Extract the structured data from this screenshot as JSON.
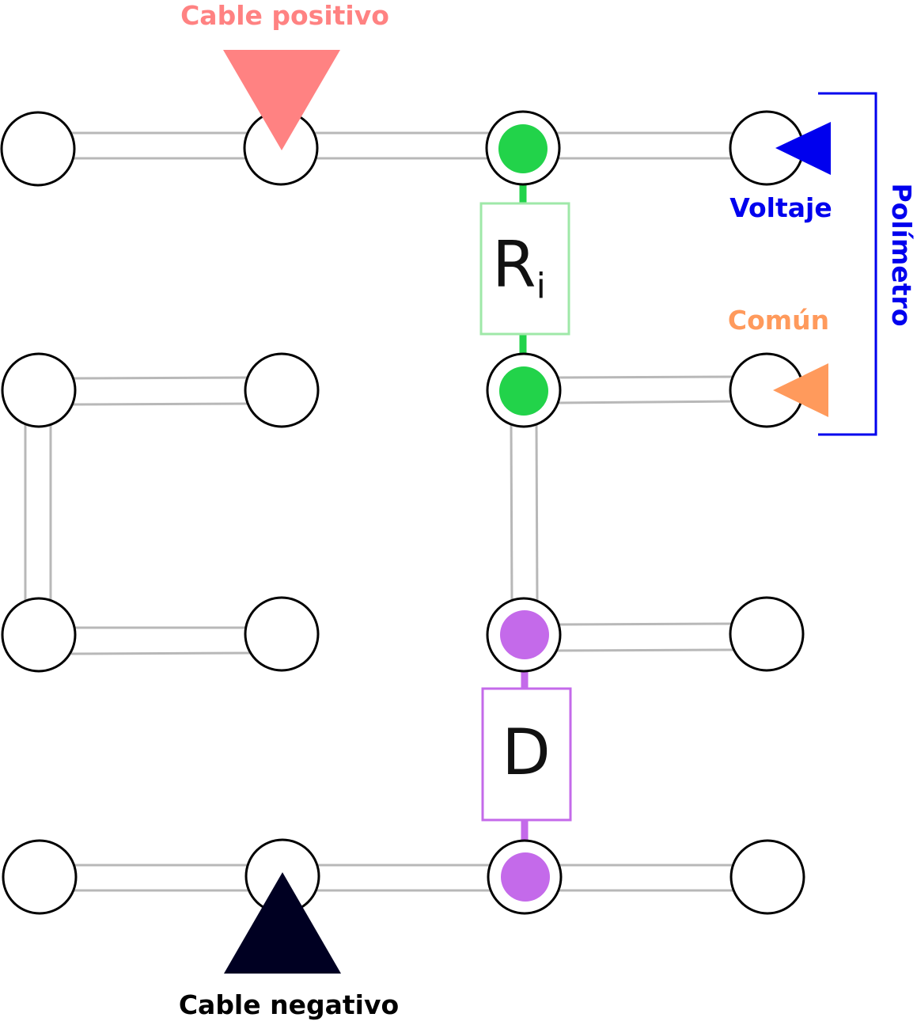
{
  "labels": {
    "positive_cable": "Cable positivo",
    "negative_cable": "Cable negativo",
    "voltage": "Voltaje",
    "common": "Común",
    "multimeter": "Polímetro"
  },
  "components": {
    "resistor": {
      "letter": "R",
      "subscript": "i"
    },
    "diode": {
      "letter": "D"
    }
  },
  "colors": {
    "positive": "#ff8282",
    "negative": "#000022",
    "voltage": "#0000ee",
    "common": "#ff9a5c",
    "resistor": "#22d34a",
    "resistor_box": "#9fe8a8",
    "diode": "#c46aea",
    "diode_box": "#c46aea",
    "wire": "#b8b8b8"
  }
}
